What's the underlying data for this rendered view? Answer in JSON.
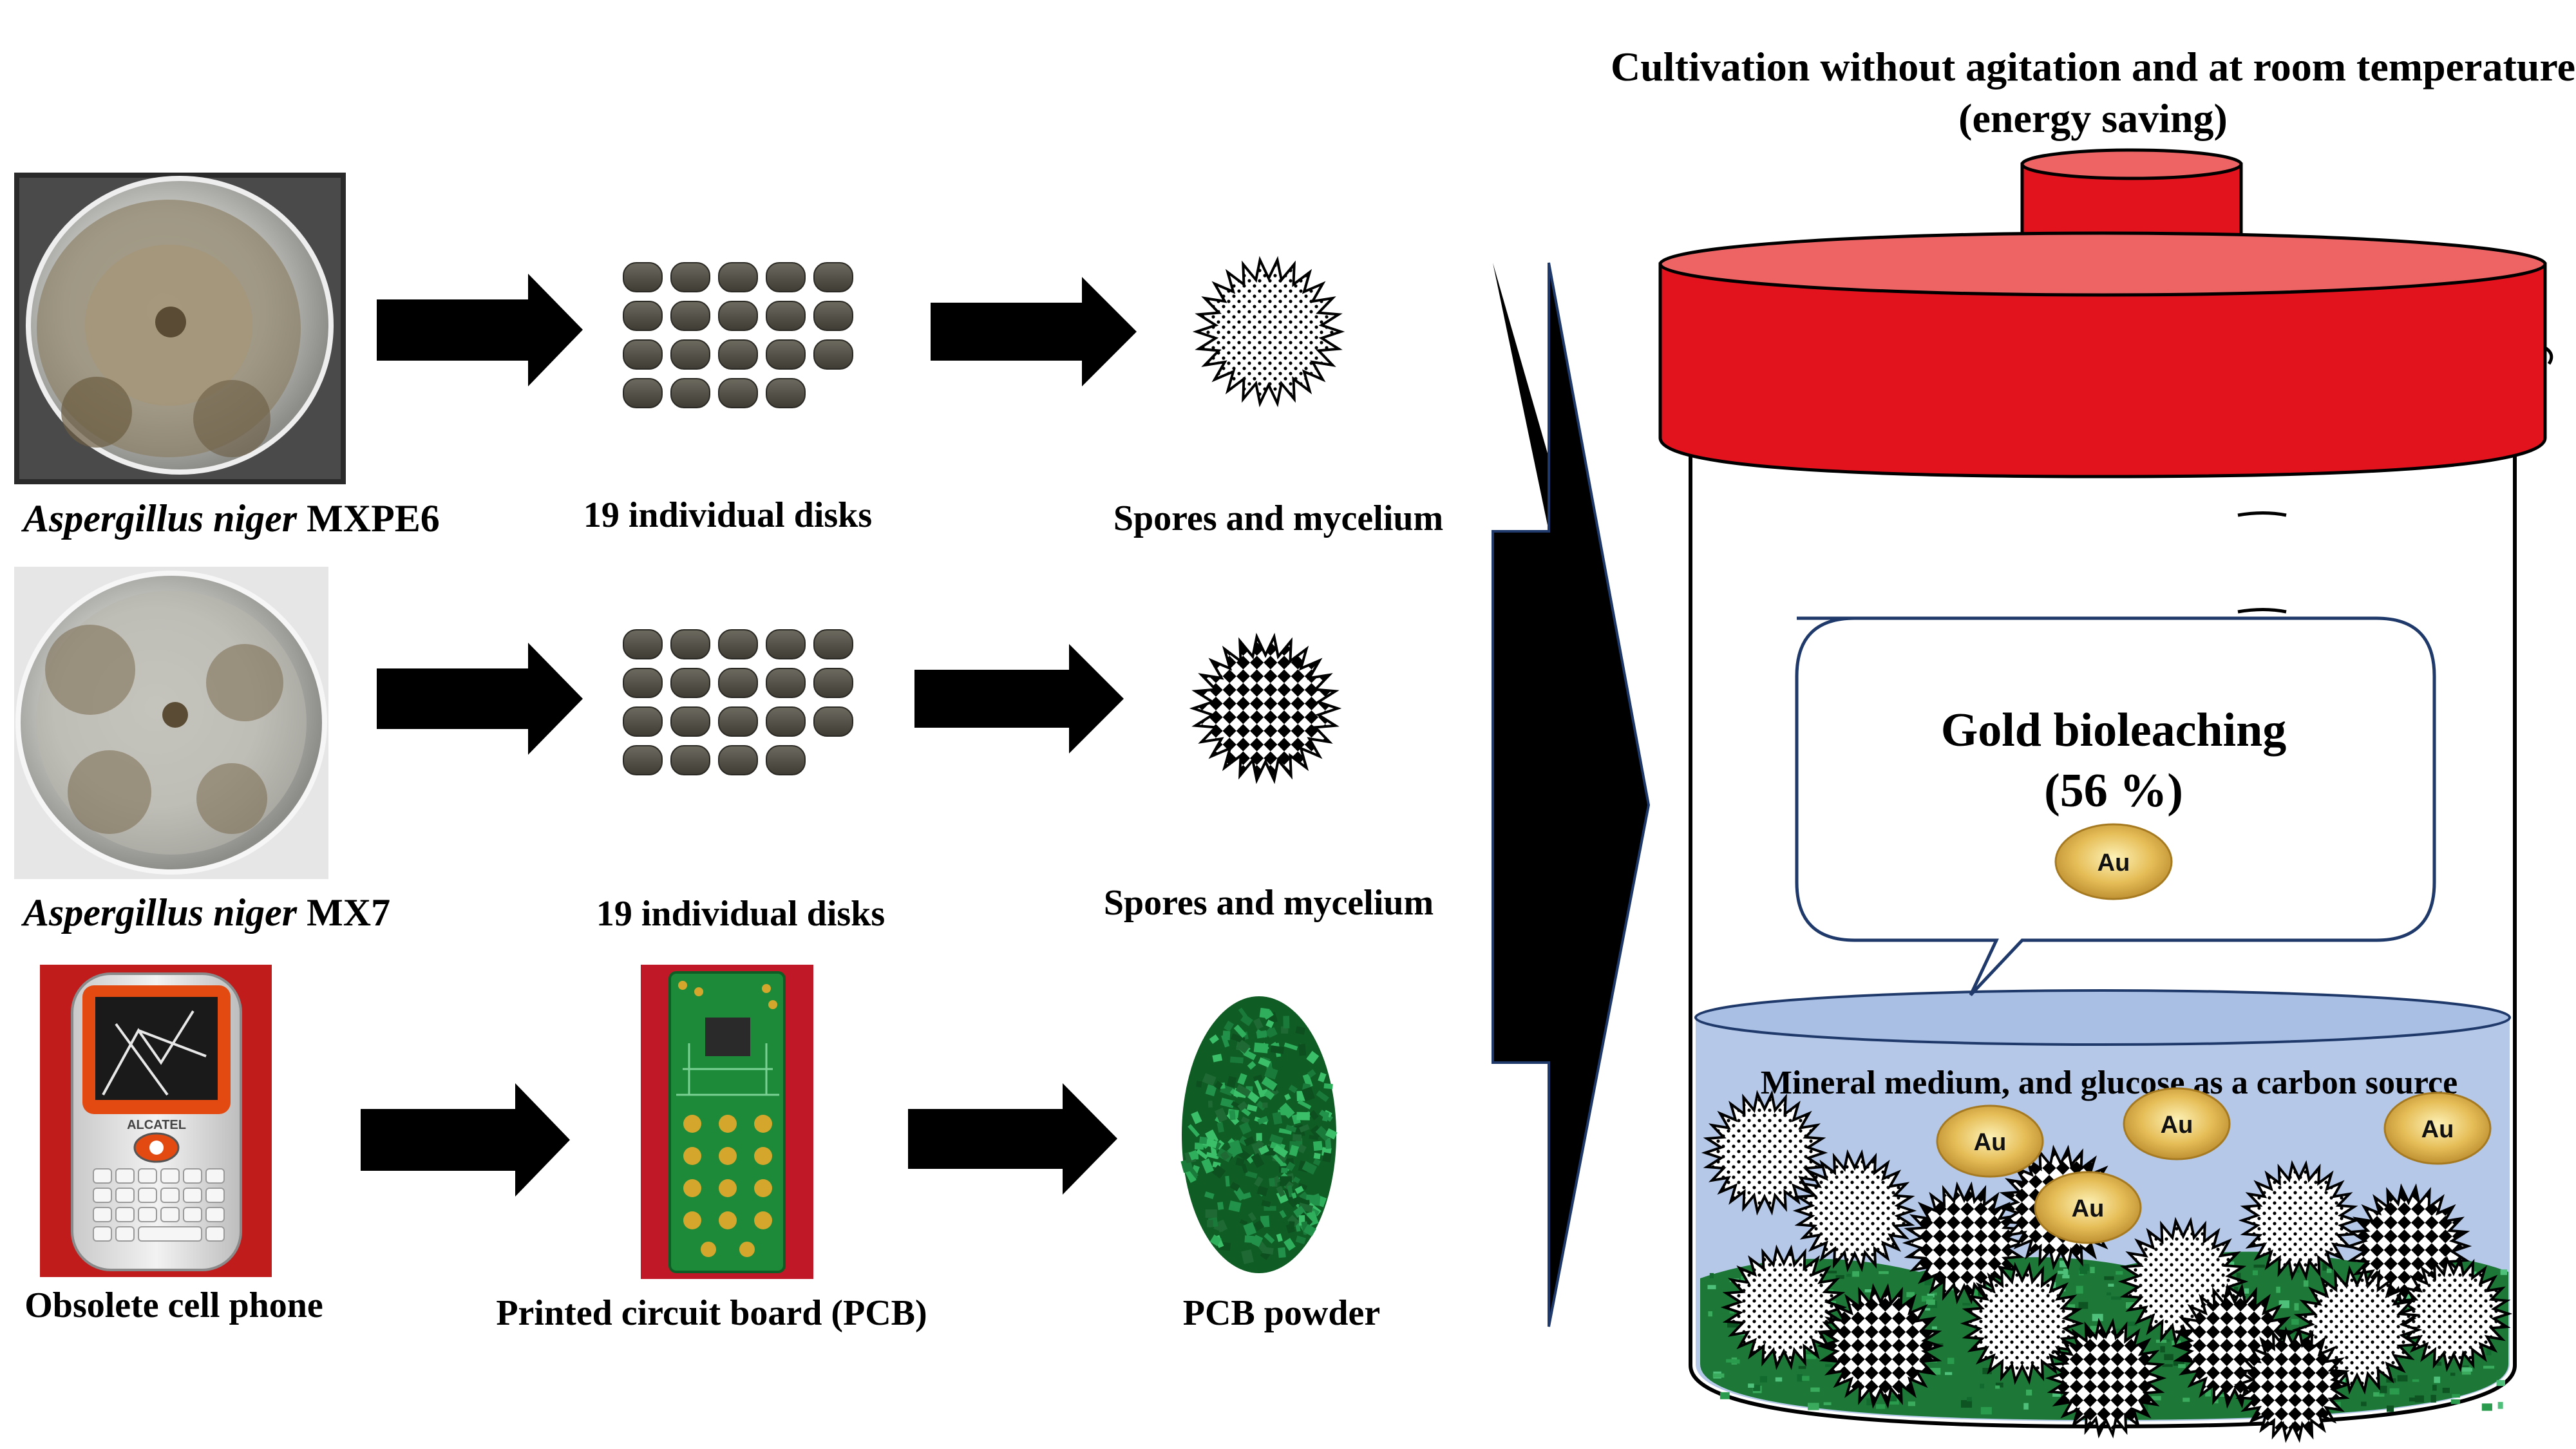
{
  "title": {
    "line1": "Cultivation without agitation and at room temperature",
    "line2": "(energy saving)"
  },
  "rows": [
    {
      "source_species": "Aspergillus niger",
      "source_strain": "MXPE6",
      "middle_label": "19 individual disks",
      "end_label": "Spores and mycelium",
      "spore_pattern": "dotted"
    },
    {
      "source_species": "Aspergillus niger",
      "source_strain": "MX7",
      "middle_label": "19 individual disks",
      "end_label": "Spores and mycelium",
      "spore_pattern": "checkered"
    },
    {
      "source_label": "Obsolete cell phone",
      "phone_brand": "ALCATEL",
      "middle_label": "Printed circuit board (PCB)",
      "end_label": "PCB powder"
    }
  ],
  "reactor": {
    "callout_line1": "Gold bioleaching",
    "callout_line2": "(56 %)",
    "medium_label": "Mineral medium, and glucose as a carbon source",
    "gold_token": "Au"
  },
  "colors": {
    "lid_red": "#e3131e",
    "lid_top": "#ee6464",
    "liquid": "#b5c8e8",
    "arrow": "#000000",
    "gold": "#e5b84a",
    "pcb_green": "#1a7a3a"
  },
  "icons": [
    "petri-dish-icon",
    "fungal-disk-icon",
    "spore-icon",
    "cell-phone-icon",
    "circuit-board-icon",
    "pcb-powder-icon",
    "gold-particle-icon"
  ]
}
